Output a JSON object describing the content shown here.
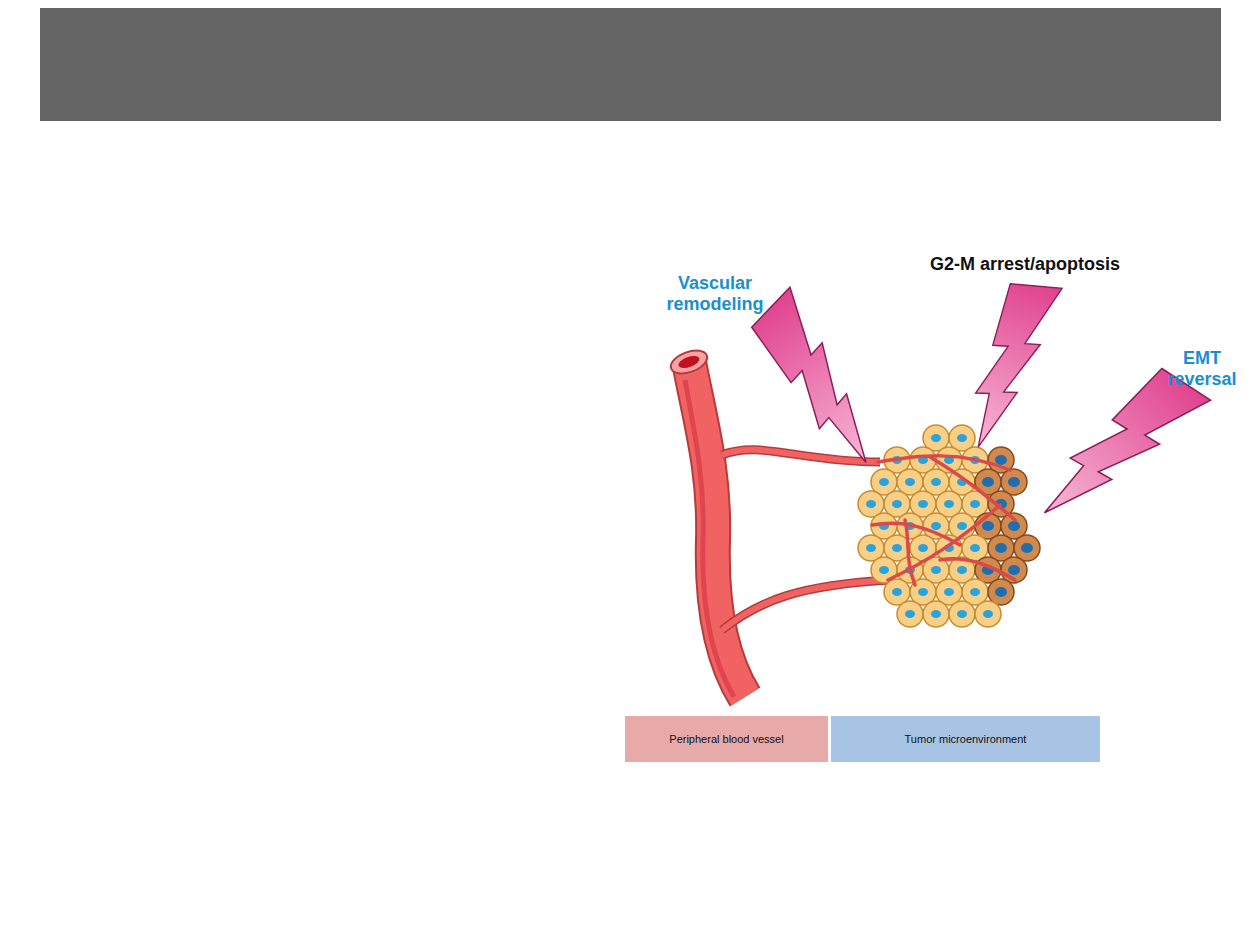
{
  "diagram": {
    "nodes": [
      {
        "text": [
          "Peripheral blood vessel"
        ]
      },
      {
        "text": [
          "Tumor microenvironment"
        ]
      }
    ],
    "labels": [
      "Vascular remodeling",
      "G2-M arrest/apoptosis",
      "EMT reversal"
    ]
  }
}
